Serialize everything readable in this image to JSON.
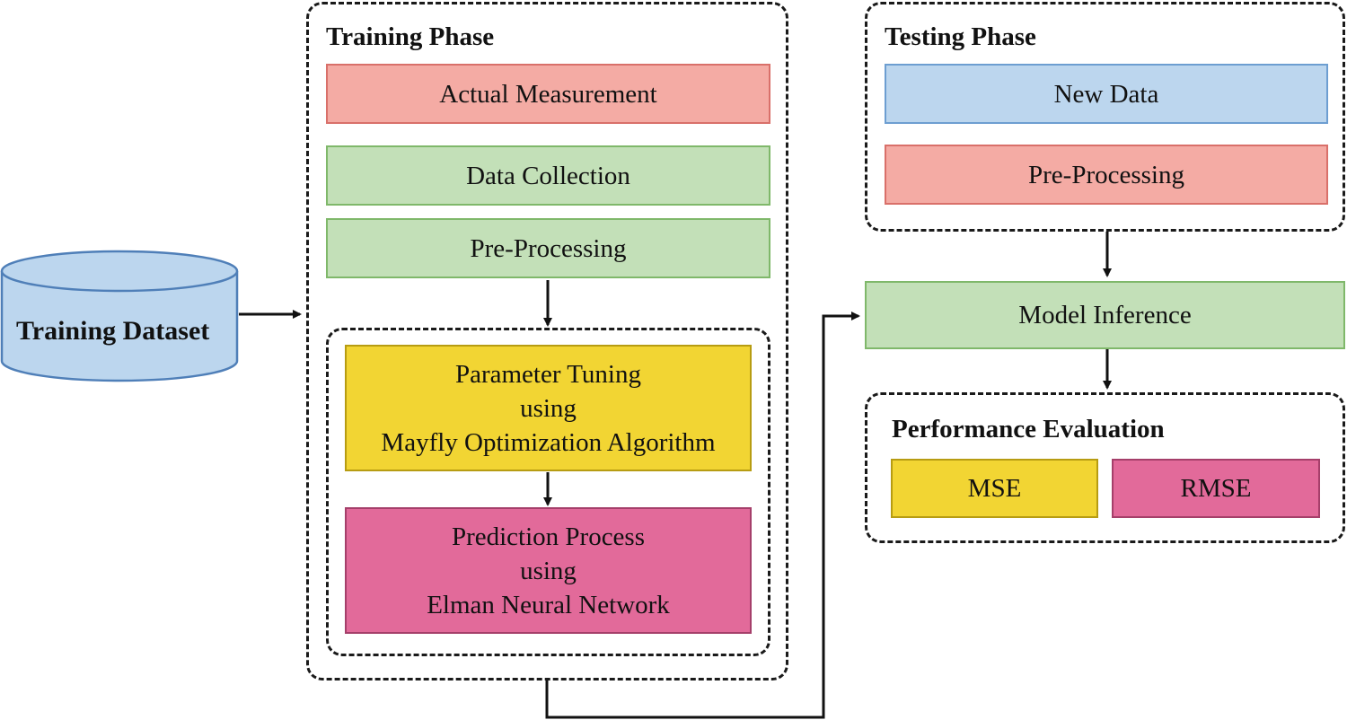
{
  "dataset": {
    "label": "Training Dataset"
  },
  "training": {
    "title": "Training Phase",
    "actual_measurement": "Actual Measurement",
    "data_collection": "Data Collection",
    "pre_processing": "Pre-Processing",
    "tuning": {
      "line1": "Parameter Tuning",
      "line2": "using",
      "line3": "Mayfly Optimization Algorithm"
    },
    "prediction": {
      "line1": "Prediction Process",
      "line2": "using",
      "line3": "Elman Neural Network"
    }
  },
  "testing": {
    "title": "Testing Phase",
    "new_data": "New Data",
    "pre_processing": "Pre-Processing"
  },
  "model_inference": "Model Inference",
  "performance": {
    "title": "Performance Evaluation",
    "mse": "MSE",
    "rmse": "RMSE"
  }
}
